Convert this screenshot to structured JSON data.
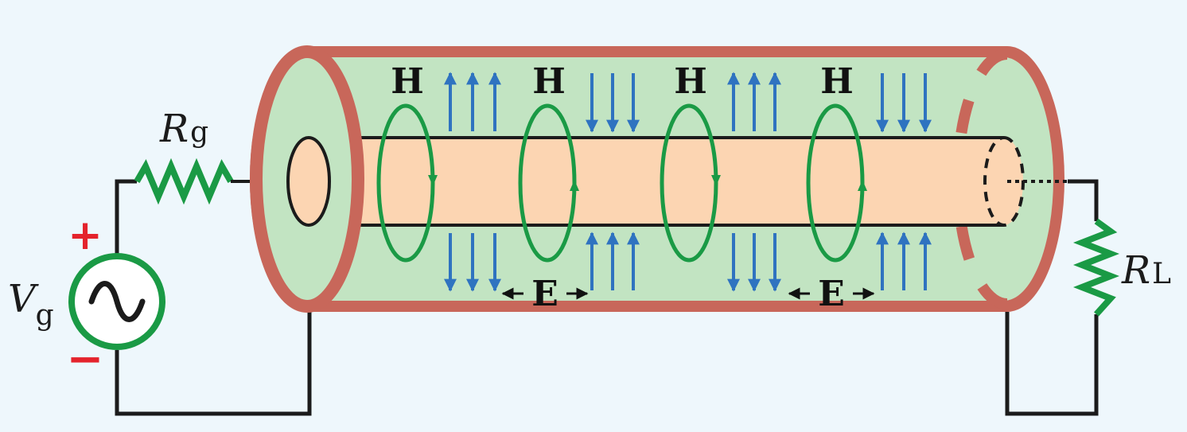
{
  "labels": {
    "rg_main": "R",
    "rg_sub": "g",
    "rl_main": "R",
    "rl_sub": "L",
    "vg_main": "V",
    "vg_sub": "g",
    "plus": "+",
    "minus": "−",
    "h_field": "H",
    "e_field": "E"
  },
  "colors": {
    "background": "#eef7fc",
    "outer_conductor": "#c8675a",
    "dielectric": "#c2e4c2",
    "inner_conductor": "#fcd5b2",
    "wire": "#1b1b1b",
    "resistor": "#1a9a45",
    "source": "#1a9a45",
    "h_loop": "#1a9a45",
    "e_arrow": "#2f73c0",
    "sign": "#e4232c"
  },
  "icons": {
    "source": "ac-sine-source-icon",
    "resistor": "zigzag-resistor-icon"
  }
}
